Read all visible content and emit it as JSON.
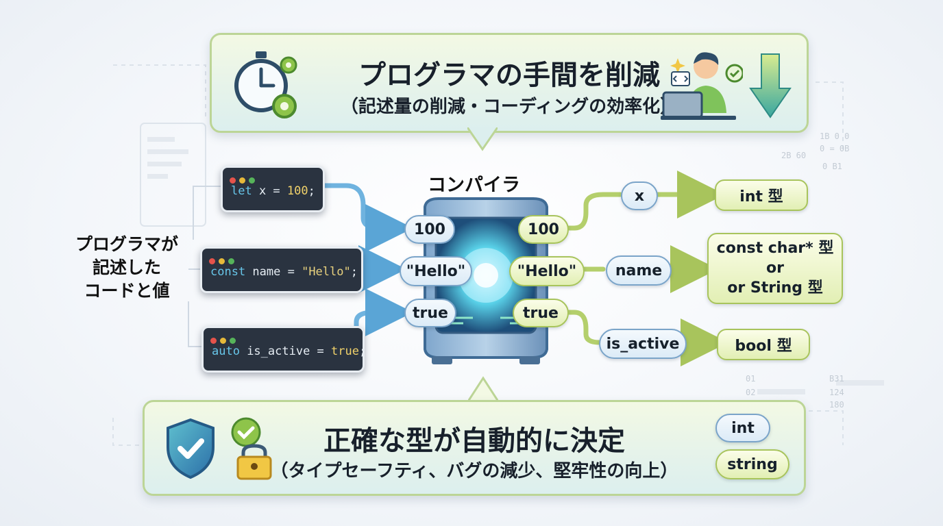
{
  "top_banner": {
    "title": "プログラマの手間を削減",
    "subtitle": "（記述量の削減・コーディングの効率化）",
    "icons": [
      "stopwatch-icon",
      "gear-icon",
      "programmer-laptop-icon",
      "down-arrow-icon"
    ]
  },
  "compiler": {
    "label": "コンパイラ",
    "icon": "server-tower-icon"
  },
  "left_label": {
    "line1": "プログラマが",
    "line2": "記述した",
    "line3": "コードと値"
  },
  "code_snippets": [
    {
      "keyword": "let",
      "rest_before": " x = ",
      "value": "100",
      "rest_after": ";"
    },
    {
      "keyword": "const",
      "rest_before": " name = ",
      "value": "\"Hello\"",
      "rest_after": ";"
    },
    {
      "keyword": "auto",
      "rest_before": " is_active = ",
      "value": "true",
      "rest_after": ";"
    }
  ],
  "input_values": [
    "100",
    "\"Hello\"",
    "true"
  ],
  "output_values": [
    "100",
    "\"Hello\"",
    "true"
  ],
  "variables": [
    "x",
    "name",
    "is_active"
  ],
  "types": {
    "int": "int 型",
    "string_line1": "const char* 型",
    "string_line2": "or",
    "string_line3": "or String 型",
    "bool": "bool 型"
  },
  "bottom_banner": {
    "title": "正確な型が自動的に決定",
    "subtitle": "（タイプセーフティ、バグの減少、堅牢性の向上）",
    "badges": [
      "int",
      "string"
    ],
    "icons": [
      "shield-check-icon",
      "lock-check-icon"
    ]
  },
  "background_decor": {
    "right_top": [
      "1B 0 0",
      "0 = 0B",
      "2B 60",
      "0 B1"
    ],
    "right_bottom_a": [
      "01",
      "B31"
    ],
    "right_bottom_b": [
      "02",
      "124"
    ],
    "right_bottom_c": [
      "180"
    ]
  },
  "colors": {
    "accent_blue": "#5aa5d6",
    "accent_green": "#a8c45c",
    "code_bg": "#2a3340",
    "dot_red": "#e5534b",
    "dot_yellow": "#e6b93a",
    "dot_green": "#56b45a"
  }
}
